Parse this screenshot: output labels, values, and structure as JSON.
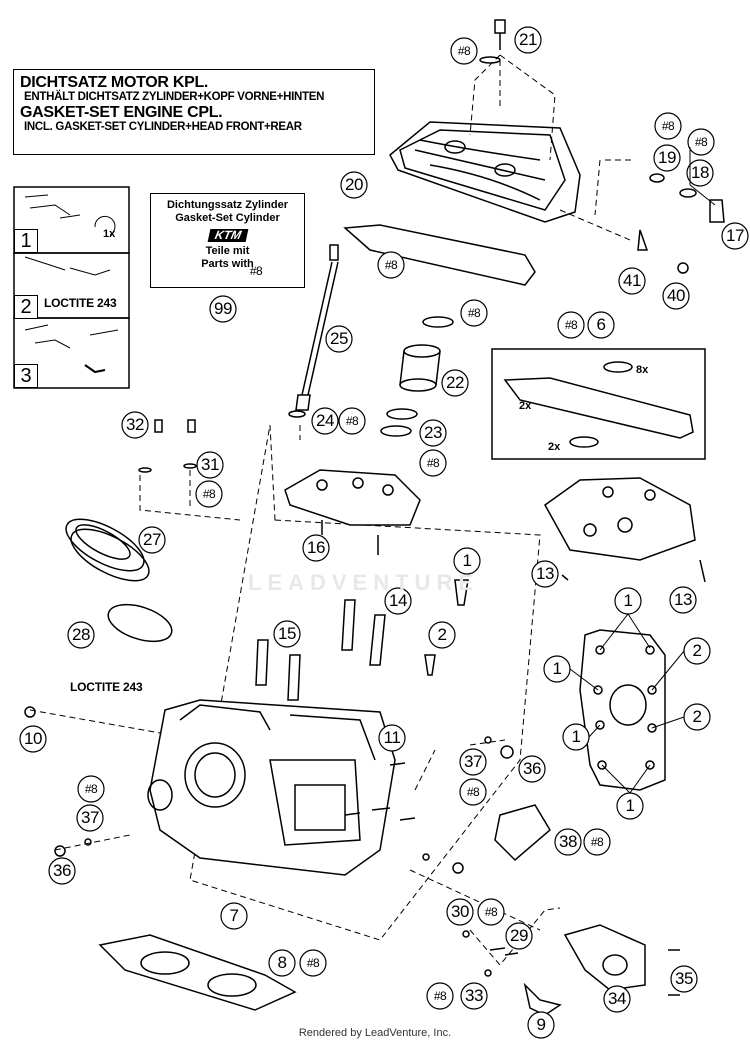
{
  "title_box": {
    "line1": "DICHTSATZ MOTOR KPL.",
    "line2": "ENTHÄLT DICHTSATZ ZYLINDER+KOPF VORNE+HINTEN",
    "line3": "GASKET-SET ENGINE CPL.",
    "line4": "INCL. GASKET-SET CYLINDER+HEAD FRONT+REAR"
  },
  "kit_box": {
    "line1": "Dichtungssatz Zylinder",
    "line2": "Gasket-Set Cylinder",
    "logo": "KTM",
    "line3": "Teile mit",
    "line4": "Parts with",
    "ref": "#8",
    "number": "99"
  },
  "steps": {
    "s1": "1",
    "s1_qty": "1x",
    "s2": "2",
    "s2_text": "LOCTITE 243",
    "s3": "3"
  },
  "loctite_label": "LOCTITE 243",
  "callouts": {
    "c8x": "8x",
    "c2x_a": "2x",
    "c2x_b": "2x"
  },
  "watermark": "LEADVENTURE",
  "footer": "Rendered by LeadVenture, Inc.",
  "parts": [
    "21",
    "#8",
    "20",
    "#8",
    "19",
    "#8",
    "18",
    "17",
    "41",
    "40",
    "#8",
    "99",
    "25",
    "#8",
    "22",
    "#8",
    "6",
    "24",
    "#8",
    "23",
    "#8",
    "32",
    "31",
    "#8",
    "16",
    "27",
    "1",
    "13",
    "13",
    "14",
    "28",
    "15",
    "2",
    "1",
    "2",
    "1",
    "2",
    "1",
    "1",
    "10",
    "11",
    "37",
    "36",
    "#8",
    "#8",
    "37",
    "36",
    "38",
    "#8",
    "7",
    "30",
    "#8",
    "29",
    "8",
    "#8",
    "35",
    "#8",
    "33",
    "34",
    "9"
  ]
}
